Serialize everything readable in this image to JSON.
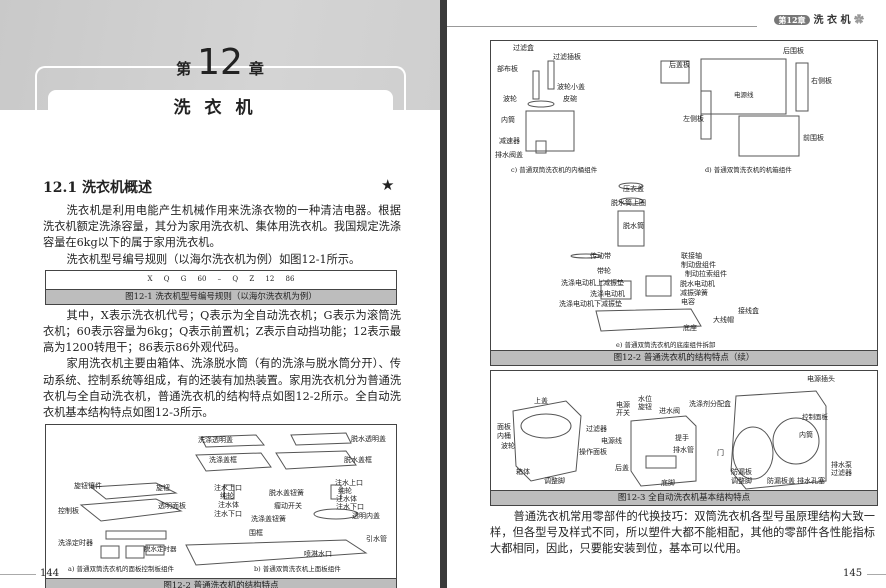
{
  "left_page": {
    "chapter_prefix": "第",
    "chapter_number": "12",
    "chapter_suffix": "章",
    "chapter_title": "洗衣机",
    "section_heading": "12.1  洗衣机概述",
    "star": "★",
    "paragraphs": [
      "洗衣机是利用电能产生机械作用来洗涤衣物的一种清洁电器。根据洗衣机额定洗涤容量，其分为家用洗衣机、集体用洗衣机。我国规定洗涤容量在6kg以下的属于家用洗衣机。",
      "洗衣机型号编号规则（以海尔洗衣机为例）如图12-1所示。",
      "其中，X表示洗衣机代号；Q表示为全自动洗衣机；G表示为滚筒洗衣机；60表示容量为6kg；Q表示前置机；Z表示自动挡功能；12表示最高为1200转甩干；86表示86外观代码。",
      "家用洗衣机主要由箱体、洗涤脱水筒（有的洗涤与脱水筒分开）、传动系统、控制系统等组成，有的还装有加热装置。家用洗衣机分为普通洗衣机与全自动洗衣机，普通洗衣机的结构特点如图12-2所示。全自动洗衣机基本结构特点如图12-3所示。"
    ],
    "fig_12_1": {
      "code": "X Q G 60 – Q Z 12 86",
      "caption": "图12-1  洗衣机型号编号规则（以海尔洗衣机为例）"
    },
    "fig_12_2": {
      "caption": "图12-2  普通洗衣机的结构特点",
      "sub_a": "a) 普通双筒洗衣机的面板控制板组件",
      "sub_b": "b) 普通双筒洗衣机上面板组件",
      "labels": [
        "洗涤透明盖",
        "脱水透明盖",
        "洗涤盖框",
        "脱水盖框",
        "旋钮镶件",
        "旋钮",
        "注水上口",
        "纯轮",
        "注水体",
        "注水下口",
        "脱水盖钮簧",
        "瘤动开关",
        "洗涤盖钮簧",
        "注水上口",
        "纯轮",
        "注水体",
        "注水下口",
        "透明面板",
        "控制板",
        "透明内盖",
        "围框",
        "洗涤定时器",
        "脱水定时器",
        "引水管",
        "喷淋水口"
      ]
    },
    "page_number": "144"
  },
  "right_page": {
    "running_header": {
      "badge": "第12章",
      "title": "洗 衣 机"
    },
    "fig_12_2_cont": {
      "sub_c": "c) 普通双筒洗衣机的内桶组件",
      "sub_d": "d) 普通双筒洗衣机的机箱组件",
      "sub_e": "e) 普通双筒洗衣机的底座组件拆卸",
      "caption": "图12-2  普通洗衣机的结构特点（续）",
      "labels_c": [
        "过滤盒",
        "过滤插板",
        "部布板",
        "波轮小盖",
        "波轮",
        "皮碗",
        "内筒",
        "减速器",
        "排水阀盖"
      ],
      "labels_d": [
        "后盖板",
        "后围板",
        "右侧板",
        "电源线",
        "左侧板",
        "前围板"
      ],
      "labels_e": [
        "压衣盖",
        "脱水筒上圈",
        "脱水筒",
        "传动带",
        "联接轴",
        "带轮",
        "制动盘组件",
        "制动拉索组件",
        "洗涤电动机上减振垫",
        "脱水电动机",
        "减振弹簧",
        "洗涤电动机",
        "电容",
        "洗涤电动机下减振垫",
        "接线盒",
        "大线帽",
        "底座"
      ]
    },
    "fig_12_3": {
      "caption": "图12-3  全自动洗衣机基本结构特点",
      "labels": [
        "上盖",
        "面板",
        "内桶",
        "过滤器",
        "波轮",
        "操作面板",
        "箱体",
        "调整脚",
        "电源\n开关",
        "水位\n旋钮",
        "进水阀",
        "电源线",
        "提手",
        "排水管",
        "后盖",
        "底脚",
        "电源插头",
        "洗涤剂分配盒",
        "控制面板",
        "内筒",
        "门",
        "防漏板",
        "调整脚",
        "防漏板盖",
        "排水孔塞",
        "排水泵\n过滤器"
      ]
    },
    "paragraph": "普通洗衣机常用零部件的代换技巧：双筒洗衣机各型号虽原理结构大致一样，但各型号及样式不同，所以塑件大都不能相配，其他的零部件各性能指标大都相同，因此，只要能安装到位，基本可以代用。",
    "page_number": "145"
  },
  "colors": {
    "header_gray": "#cfcfcf",
    "caption_gray": "#bdbdbd",
    "gutter": "#3a3a3a"
  }
}
